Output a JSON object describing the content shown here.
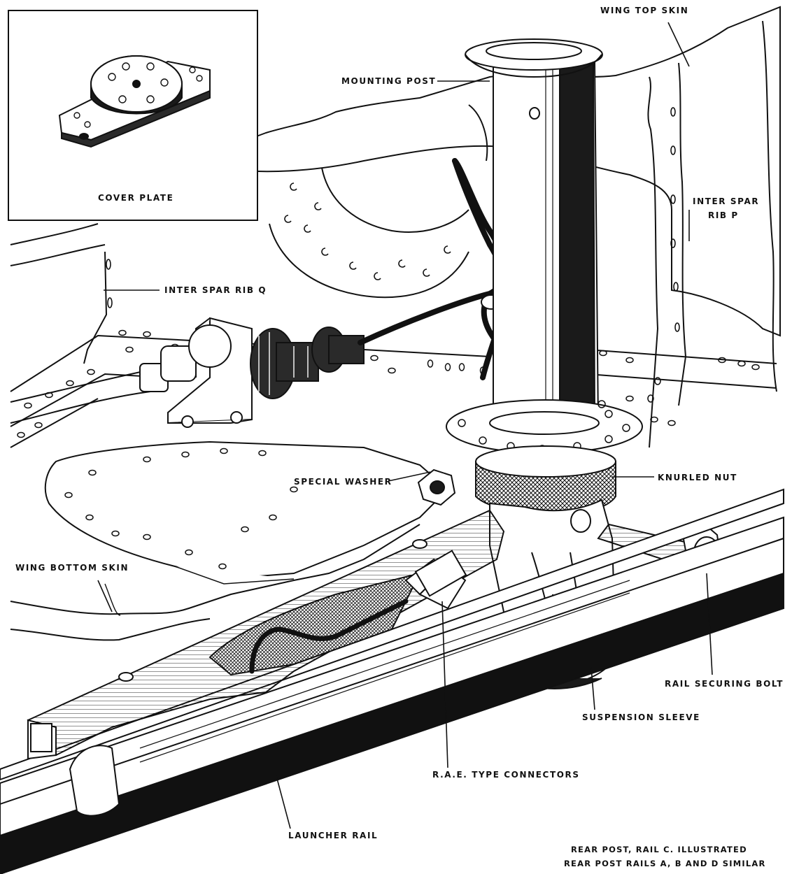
{
  "colors": {
    "ink": "#111111",
    "paper": "#ffffff",
    "shade": "#2a2a2a"
  },
  "inset": {
    "title": "COVER PLATE"
  },
  "labels": {
    "wing_top_skin": "WING  TOP  SKIN",
    "mounting_post": "MOUNTING  POST",
    "inter_spar_rib_p_line1": "INTER  SPAR",
    "inter_spar_rib_p_line2": "RIB  P",
    "inter_spar_rib_q": "INTER  SPAR  RIB  Q",
    "special_washer": "SPECIAL  WASHER",
    "knurled_nut": "KNURLED  NUT",
    "wing_bottom_skin": "WING  BOTTOM  SKIN",
    "rail_securing_bolt": "RAIL  SECURING  BOLT",
    "suspension_sleeve": "SUSPENSION  SLEEVE",
    "rae_type_connectors": "R.A.E.  TYPE  CONNECTORS",
    "launcher_rail": "LAUNCHER  RAIL"
  },
  "caption": {
    "line1": "REAR  POST,  RAIL  C.  ILLUSTRATED",
    "line2": "REAR  POST   RAILS  A, B  AND  D  SIMILAR"
  }
}
